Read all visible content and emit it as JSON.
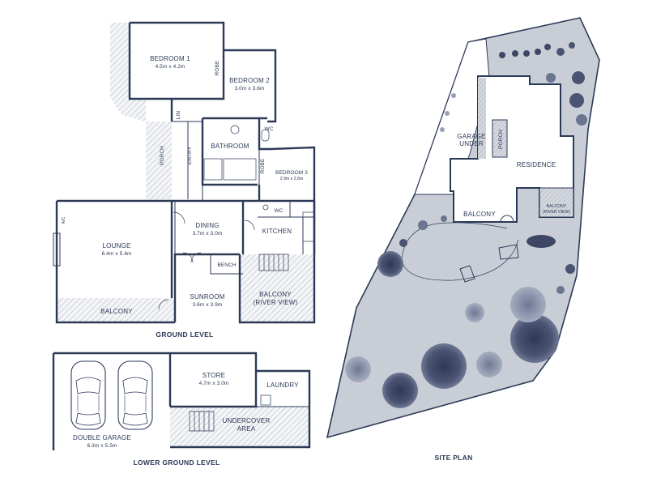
{
  "colors": {
    "ink": "#2c3a57",
    "site_fill": "#c9ced6",
    "tree_dark": "#3d4763",
    "tree_mid": "#6b7490",
    "tree_light": "#9aa1b6"
  },
  "ground_level": {
    "title": "GROUND LEVEL",
    "rooms": {
      "bedroom1": {
        "name": "BEDROOM 1",
        "size": "4.5m x 4.2m"
      },
      "bedroom2": {
        "name": "BEDROOM 2",
        "size": "3.0m x 3.6m"
      },
      "bedroom3": {
        "name": "BEDROOM 3",
        "size": "2.9m x 2.8m"
      },
      "lounge": {
        "name": "LOUNGE",
        "size": "6.4m x 5.4m"
      },
      "dining": {
        "name": "DINING",
        "size": "3.7m x 3.0m"
      },
      "sunroom": {
        "name": "SUNROOM",
        "size": "3.6m x 3.9m"
      },
      "bathroom": "BATHROOM",
      "kitchen": "KITCHEN",
      "entry": "ENTRY",
      "porch": "PORCH",
      "lin": "LIN",
      "robe1": "ROBE",
      "robe3": "ROBE",
      "wc1": "WC",
      "wc2": "WC",
      "bench": "BENCH",
      "balcony": "BALCONY",
      "balcony_river_1": "BALCONY",
      "balcony_river_2": "(RIVER VIEW)",
      "ac": "A/C"
    }
  },
  "lower_ground_level": {
    "title": "LOWER GROUND LEVEL",
    "rooms": {
      "store": {
        "name": "STORE",
        "size": "4.7m x 3.0m"
      },
      "laundry": "LAUNDRY",
      "undercover_1": "UNDERCOVER",
      "undercover_2": "AREA",
      "garage": {
        "name": "DOUBLE GARAGE",
        "size": "6.3m x 5.5m"
      }
    }
  },
  "site_plan": {
    "title": "SITE PLAN",
    "labels": {
      "garage_1": "GARAGE",
      "garage_2": "UNDER",
      "porch": "PORCH",
      "residence": "RESIDENCE",
      "balcony": "BALCONY",
      "balcony_river_1": "BALCONY",
      "balcony_river_2": "(RIVER VIEW)"
    }
  }
}
